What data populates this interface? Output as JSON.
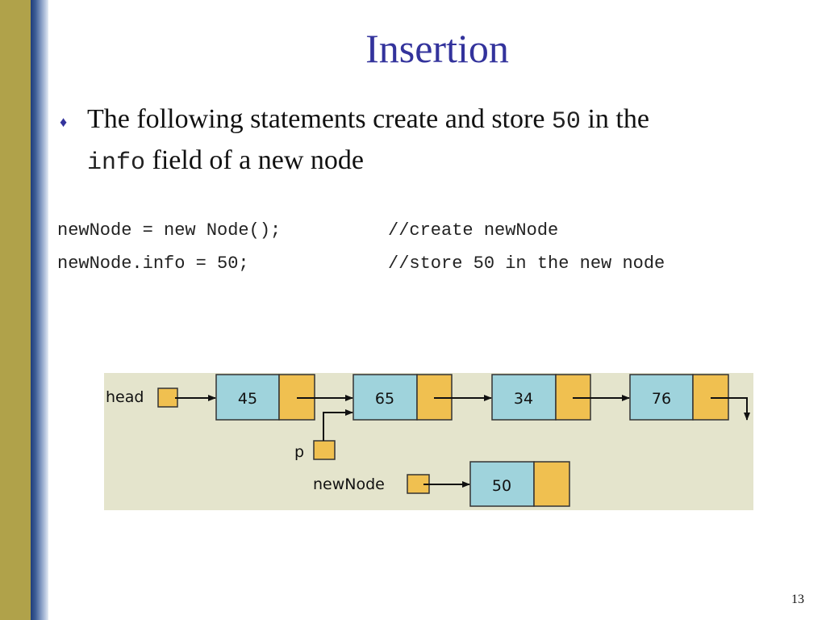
{
  "slide": {
    "title": "Insertion",
    "bullet_marker": "♦",
    "bullet": {
      "part1": "The following statements create and store ",
      "code1": "50",
      "part2": " in the ",
      "code2": "info",
      "part3": " field of a new node"
    },
    "code": [
      {
        "statement": "newNode = new Node();",
        "comment": "//create newNode"
      },
      {
        "statement": "newNode.info = 50;",
        "comment": "//store 50 in the new node"
      }
    ],
    "page_number": "13"
  },
  "figure": {
    "head_label": "head",
    "p_label": "p",
    "newnode_label": "newNode",
    "list_values": [
      "45",
      "65",
      "34",
      "76"
    ],
    "new_node_value": "50",
    "colors": {
      "info_fill": "#9fd3dc",
      "link_fill": "#f0c050",
      "background": "#e4e4cc"
    }
  }
}
